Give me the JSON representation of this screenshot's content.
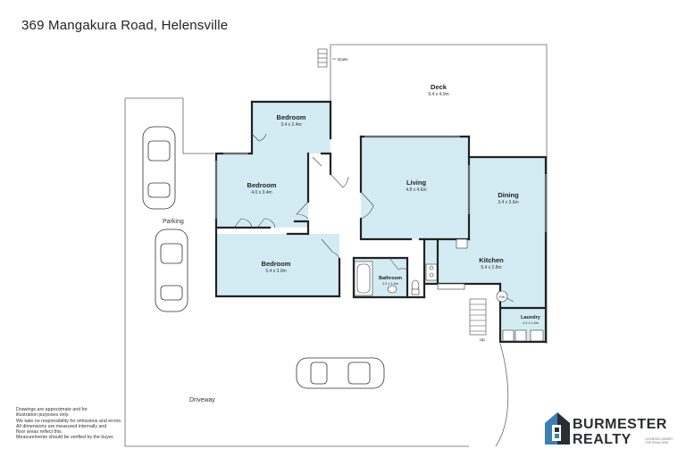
{
  "title": "369 Mangakura Road, Helensville",
  "rooms": {
    "deck": {
      "name": "Deck",
      "dims": "9.4 x 4.0m"
    },
    "bedroom_top": {
      "name": "Bedroom",
      "dims": "3.4 x 2.4m"
    },
    "bedroom_mid": {
      "name": "Bedroom",
      "dims": "4.0 x 3.4m"
    },
    "bedroom_bottom": {
      "name": "Bedroom",
      "dims": "5.4 x 3.0m"
    },
    "living": {
      "name": "Living",
      "dims": "4.8 x 4.6m"
    },
    "dining": {
      "name": "Dining",
      "dims": "3.4 x 3.6m"
    },
    "kitchen": {
      "name": "Kitchen",
      "dims": "5.4 x 2.8m"
    },
    "bathroom": {
      "name": "Bathroom",
      "dims": "2.2 x 1.6m"
    },
    "laundry": {
      "name": "Laundry",
      "dims": "2.4 x 1.6m"
    }
  },
  "labels": {
    "down": "Down",
    "up": "Up",
    "parking": "Parking",
    "driveway": "Driveway",
    "fw": "F/W"
  },
  "disclaimer": [
    "Drawings are approximate and for",
    "illustration purposes only.",
    "We take no responsibility for omissions and errors.",
    "All dimensions are measured internally and",
    "floor areas reflect this.",
    "Measurements should be verified by the buyer."
  ],
  "brand": {
    "line1": "BURMESTER",
    "line2": "REALTY",
    "sub": "LICENSED UNDER THE REAA 2008"
  },
  "colors": {
    "room_fill": "#d3ecf4",
    "wall": "#222222",
    "outline": "#555555",
    "logo_dark": "#2b2d33",
    "logo_blue": "#3a7fb8"
  }
}
